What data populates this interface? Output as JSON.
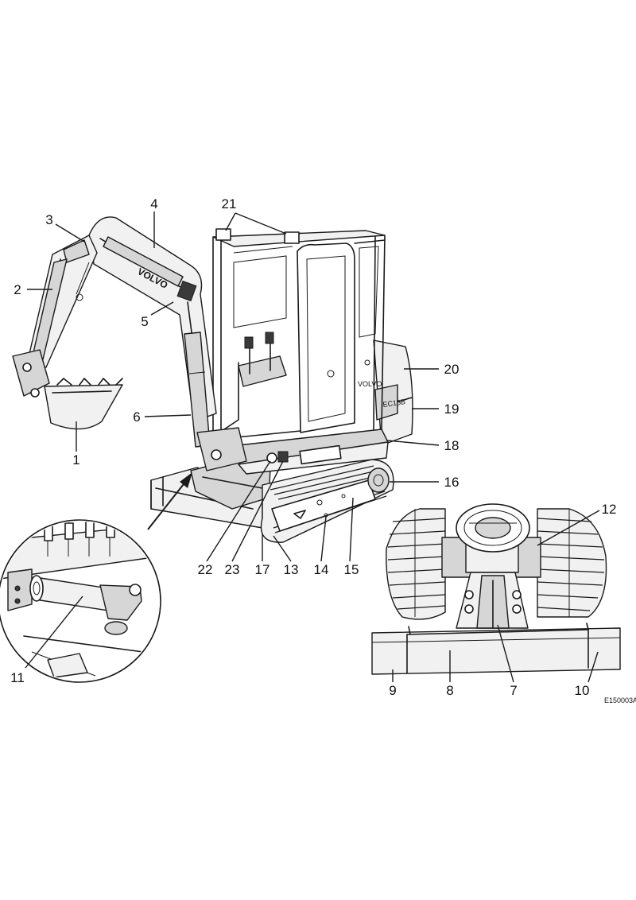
{
  "figure": {
    "code": "E150003A",
    "brand_text": "VOLVO",
    "labels": {
      "l1": "1",
      "l2": "2",
      "l3": "3",
      "l4": "4",
      "l5": "5",
      "l6": "6",
      "l7": "7",
      "l8": "8",
      "l9": "9",
      "l10": "10",
      "l11": "11",
      "l12": "12",
      "l13": "13",
      "l14": "14",
      "l15": "15",
      "l16": "16",
      "l17": "17",
      "l18": "18",
      "l19": "19",
      "l20": "20",
      "l21": "21",
      "l22": "22",
      "l23": "23"
    }
  }
}
